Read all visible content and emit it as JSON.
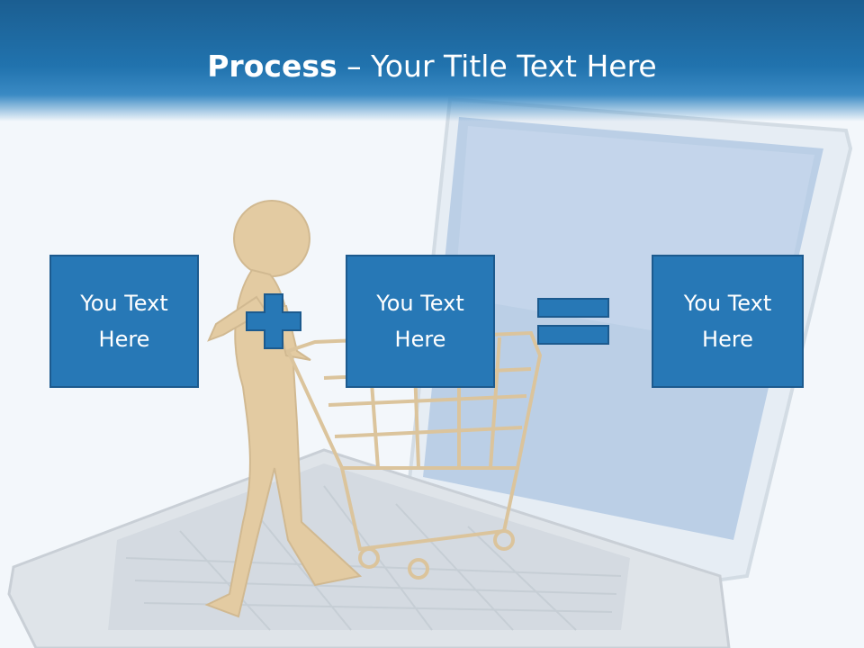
{
  "slide": {
    "title_bold": "Process",
    "title_rest": " – Your Title Text Here",
    "boxes": [
      {
        "line1": "You Text",
        "line2": "Here"
      },
      {
        "line1": "You Text",
        "line2": "Here"
      },
      {
        "line1": "You Text",
        "line2": "Here"
      }
    ],
    "operators": [
      "plus-icon",
      "equals-icon"
    ],
    "illustration": "laptop-shopping-cart-figure"
  },
  "colors": {
    "header": "#1b5e91",
    "box_fill": "#2778b6",
    "box_border": "#1c5a8e",
    "background": "#f3f7fb",
    "text": "#ffffff"
  }
}
